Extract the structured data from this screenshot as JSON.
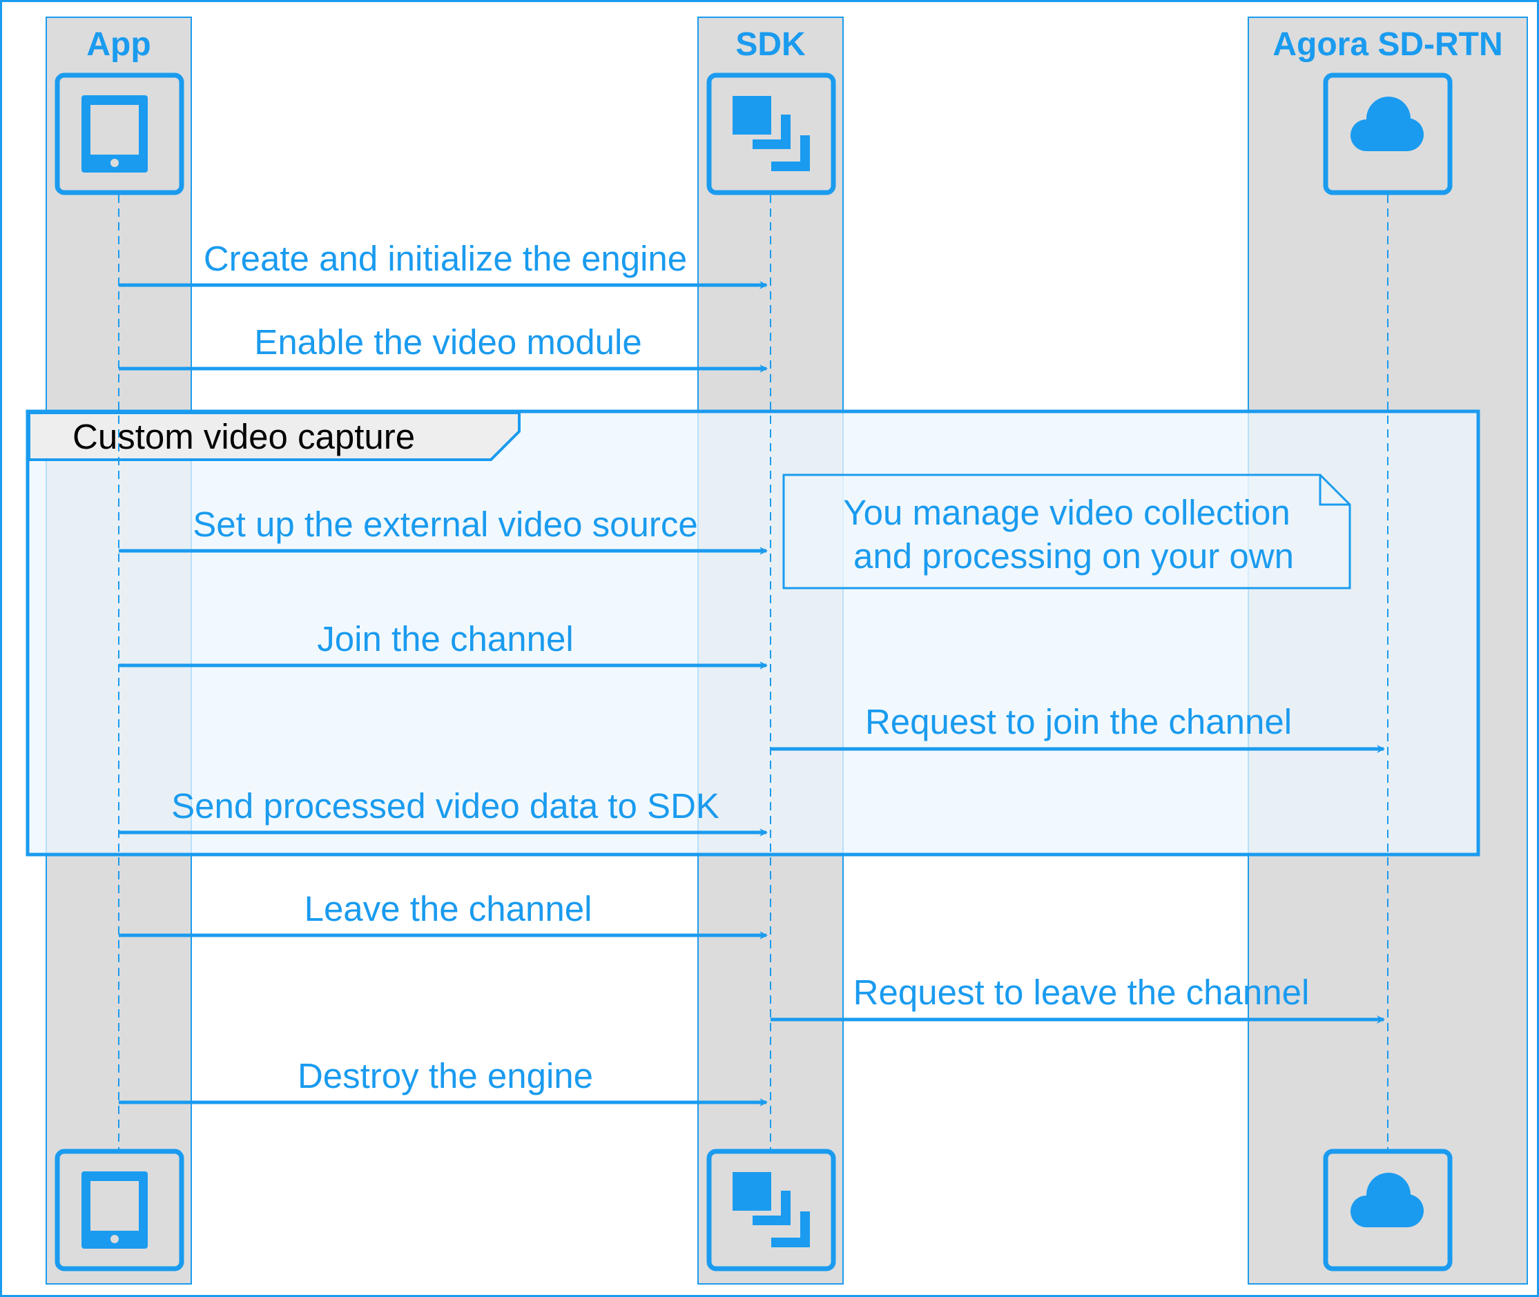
{
  "colors": {
    "accent": "#1a9bef",
    "lane_fill": "#dcdcdc",
    "frame_fill": "#eef7fd",
    "frame_tab": "#eeeeee",
    "frame_title_text": "#000000"
  },
  "participants": [
    {
      "id": "app",
      "label": "App",
      "icon": "tablet-icon"
    },
    {
      "id": "sdk",
      "label": "SDK",
      "icon": "layers-icon"
    },
    {
      "id": "rtn",
      "label": "Agora SD-RTN",
      "icon": "cloud-icon"
    }
  ],
  "messages": [
    {
      "from": "app",
      "to": "sdk",
      "label": "Create and initialize the engine"
    },
    {
      "from": "app",
      "to": "sdk",
      "label": "Enable the video module"
    },
    {
      "from": "app",
      "to": "sdk",
      "label": "Set up the external video source"
    },
    {
      "from": "app",
      "to": "sdk",
      "label": "Join the channel"
    },
    {
      "from": "sdk",
      "to": "rtn",
      "label": "Request to join the channel"
    },
    {
      "from": "app",
      "to": "sdk",
      "label": "Send processed video data to SDK"
    },
    {
      "from": "app",
      "to": "sdk",
      "label": "Leave the channel"
    },
    {
      "from": "sdk",
      "to": "rtn",
      "label": "Request to leave the channel"
    },
    {
      "from": "app",
      "to": "sdk",
      "label": "Destroy the engine"
    }
  ],
  "frame": {
    "title": "Custom video capture"
  },
  "note": {
    "lines": [
      "You manage video collection",
      "and processing on your own"
    ]
  }
}
